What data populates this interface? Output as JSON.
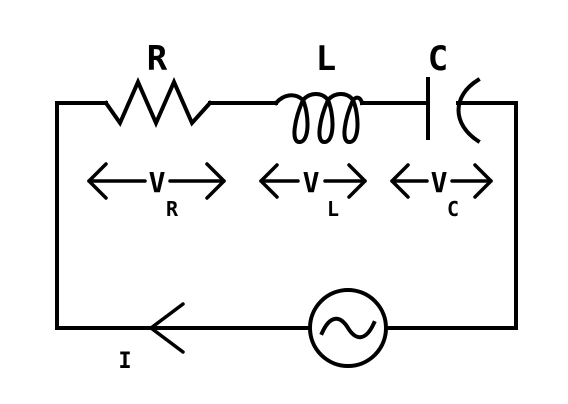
{
  "components": {
    "resistor_label": "R",
    "inductor_label": "L",
    "capacitor_label": "C"
  },
  "voltages": {
    "resistor": {
      "symbol": "V",
      "subscript": "R"
    },
    "inductor": {
      "symbol": "V",
      "subscript": "L"
    },
    "capacitor": {
      "symbol": "V",
      "subscript": "C"
    }
  },
  "current": {
    "label": "I"
  },
  "source": {
    "symbol": "~"
  },
  "colors": {
    "line": "#000000",
    "background": "#ffffff"
  }
}
